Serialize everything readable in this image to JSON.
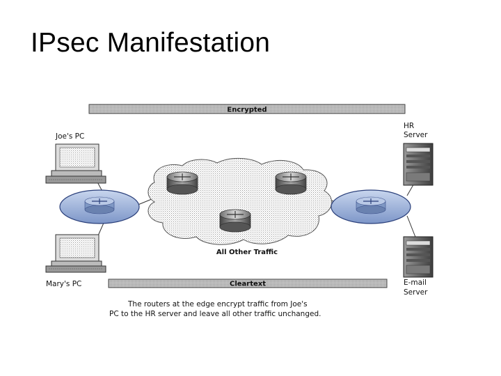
{
  "slide": {
    "title": "IPsec Manifestation"
  },
  "diagram": {
    "top_bar_label": "Encrypted",
    "bottom_bar_label": "Cleartext",
    "cloud_label": "All Other Traffic",
    "joes_pc_label": "Joe's PC",
    "marys_pc_label": "Mary's PC",
    "hr_server_label_line1": "HR",
    "hr_server_label_line2": "Server",
    "email_server_label_line1": "E-mail",
    "email_server_label_line2": "Server",
    "caption_line1": "The routers at the edge encrypt traffic from Joe's",
    "caption_line2": "PC to the HR server and leave all other traffic unchanged."
  }
}
